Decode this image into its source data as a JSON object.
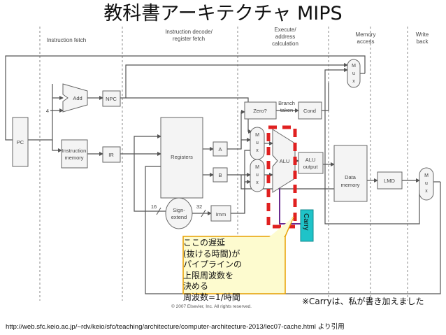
{
  "title": "教科書アーキテクチャ MIPS",
  "stages": {
    "fetch": "Instruction fetch",
    "decode_1": "Instruction decode/",
    "decode_2": "register fetch",
    "execute_1": "Execute/",
    "execute_2": "address",
    "execute_3": "calculation",
    "memory_1": "Memory",
    "memory_2": "access",
    "writeback_1": "Write",
    "writeback_2": "back"
  },
  "blocks": {
    "pc": "PC",
    "add": "Add",
    "npc": "NPC",
    "const_four": "4",
    "imem_1": "Instruction",
    "imem_2": "memory",
    "ir": "IR",
    "registers": "Registers",
    "reg_a": "A",
    "reg_b": "B",
    "zero": "Zero?",
    "branch_1": "Branch",
    "branch_2": "taken",
    "cond": "Cond",
    "alu": "ALU",
    "alu_output_1": "ALU",
    "alu_output_2": "output",
    "dmem_1": "Data",
    "dmem_2": "memory",
    "lmd": "LMD",
    "sign_extend_1": "Sign-",
    "sign_extend_2": "extend",
    "imm": "Imm",
    "width_16": "16",
    "width_32": "32",
    "mux_letters": [
      "M",
      "u",
      "x"
    ]
  },
  "carry_label": "Carry",
  "callout": [
    "ここの遅延",
    "(抜ける時間)が",
    "パイプラインの",
    "上限周波数を",
    "決める",
    "周波数=1/時間"
  ],
  "note": "※Carryは、私が書き加えました",
  "copyright": "© 2007 Elsevier, Inc. All rights reserved.",
  "source": "http://web.sfc.keio.ac.jp/~rdv/keio/sfc/teaching/architecture/computer-architecture-2013/lec07-cache.html より引用",
  "colors": {
    "highlight": "#e02020",
    "carry_box": "#1fc3c8",
    "carry_wire": "#6a2c91",
    "callout_fill": "#fdfbcf",
    "callout_border": "#e8a000"
  }
}
